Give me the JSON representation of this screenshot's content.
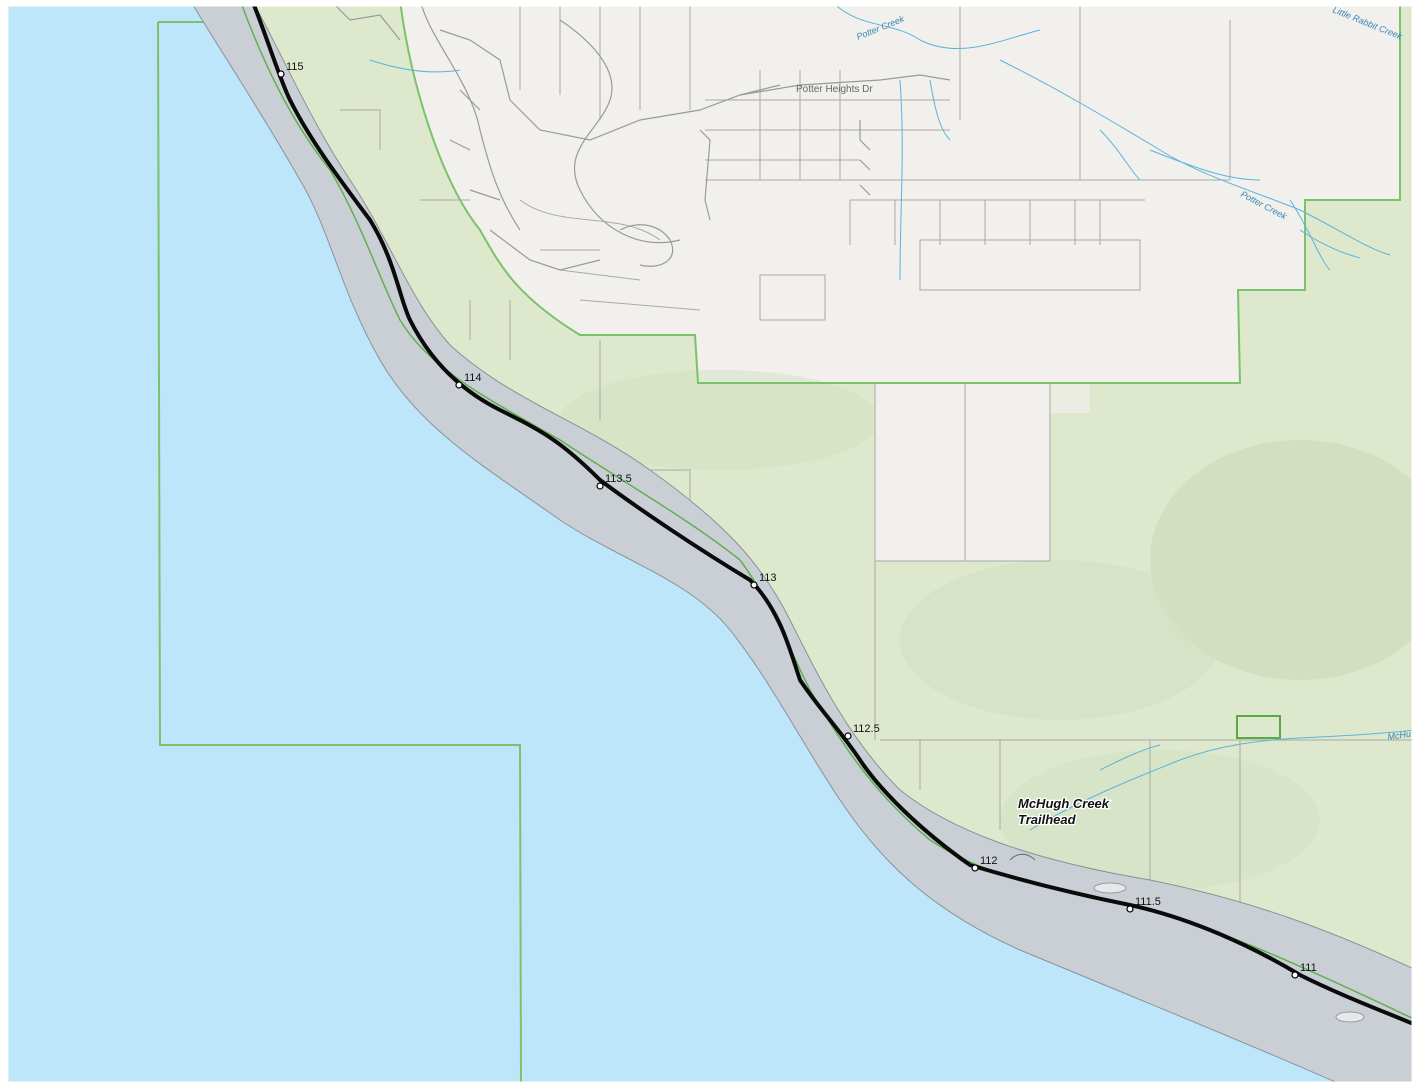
{
  "map": {
    "colors": {
      "water": "#bde6fa",
      "land_base": "#f1f0ec",
      "park_green": "#dde8cc",
      "boundary_green": "#7cc26a",
      "corridor": "#c9cfd5",
      "road": "#0b0b0b",
      "creek": "#5cb3dc",
      "parcel": "#a9a9a9"
    },
    "streets": [
      {
        "name": "Potter Heights Dr"
      }
    ],
    "creeks": [
      {
        "name": "Potter Creek"
      },
      {
        "name": "Potter Creek"
      },
      {
        "name": "Little Rabbit Creek"
      },
      {
        "name": "McHu"
      }
    ],
    "poi": {
      "name_line1": "McHugh Creek",
      "name_line2": "Trailhead"
    },
    "mileposts": [
      {
        "label": "115"
      },
      {
        "label": "114"
      },
      {
        "label": "113.5"
      },
      {
        "label": "113"
      },
      {
        "label": "112.5"
      },
      {
        "label": "112"
      },
      {
        "label": "111.5"
      },
      {
        "label": "111"
      }
    ]
  }
}
